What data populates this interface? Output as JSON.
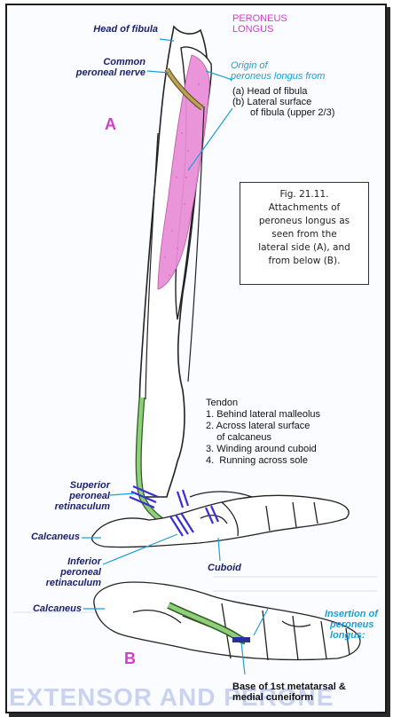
{
  "title": {
    "line1": "PERONEUS",
    "line2": "LONGUS"
  },
  "view_a": "A",
  "view_b": "B",
  "labels": {
    "head_of_fibula": "Head of fibula",
    "common_nerve_1": "Common",
    "common_nerve_2": "peroneal nerve",
    "superior_ret_1": "Superior",
    "superior_ret_2": "peroneal",
    "superior_ret_3": "retinaculum",
    "calcaneus_a": "Calcaneus",
    "inferior_ret_1": "Inferior",
    "inferior_ret_2": "peroneal",
    "inferior_ret_3": "retinaculum",
    "cuboid": "Cuboid",
    "calcaneus_b": "Calcaneus"
  },
  "origin": {
    "heading_1": "Origin of",
    "heading_2": "peroneus longus from",
    "item_a": "(a) Head of fibula",
    "item_b_1": "(b) Lateral surface",
    "item_b_2": "of fibula  (upper 2/3)"
  },
  "caption": {
    "line1": "Fig. 21.11.",
    "line2": "Attachments of",
    "line3": "peroneus longus as",
    "line4": "seen from the",
    "line5": "lateral side (A), and",
    "line6": "from below (B)."
  },
  "tendon": {
    "heading": "Tendon",
    "items": [
      "1. Behind lateral malleolus",
      "2. Across lateral surface",
      "    of calcaneus",
      "3. Winding around cuboid",
      "4.  Running across sole"
    ]
  },
  "insertion": {
    "heading_1": "Insertion of",
    "heading_2": "peroneus",
    "heading_3": "longus:",
    "detail_1": "Base of 1st metatarsal &",
    "detail_2": "medial cuneiform"
  },
  "watermark": "EXTENSOR AND PERONE",
  "colors": {
    "muscle_pink": "#e98fd8",
    "tendon_green": "#8fcf7a",
    "retinaculum_blue": "#3a2fd0",
    "nerve_olive": "#b9a25a",
    "label_navy": "#1a1f6e",
    "origin_cyan": "#1aa0d8"
  }
}
